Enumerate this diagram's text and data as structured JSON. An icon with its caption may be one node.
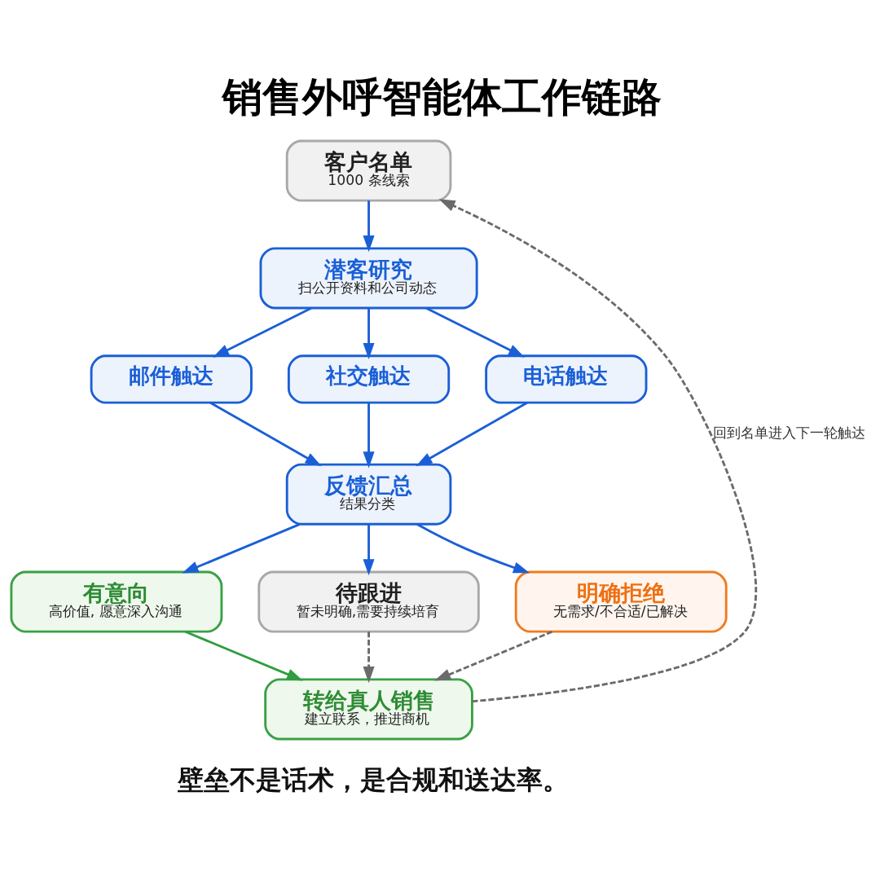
{
  "diagram": {
    "title": "销售外呼智能体工作链路",
    "caption": "壁垒不是话术，是合规和送达率。",
    "nodes": [
      {
        "text": [
          "客户名单",
          "1000 条线索"
        ]
      },
      {
        "text": [
          "潜客研究",
          "扫公开资料和公司动态"
        ]
      },
      {
        "text": [
          "邮件触达"
        ]
      },
      {
        "text": [
          "社交触达"
        ]
      },
      {
        "text": [
          "电话触达"
        ]
      },
      {
        "text": [
          "反馈汇总",
          "结果分类"
        ]
      },
      {
        "text": [
          "有意向",
          "高价值, 愿意深入沟通"
        ]
      },
      {
        "text": [
          "待跟进",
          "暂未明确,需要持续培育"
        ]
      },
      {
        "text": [
          "明确拒绝",
          "无需求/不合适/已解决"
        ]
      },
      {
        "text": [
          "转给真人销售",
          "建立联系，推进商机"
        ]
      }
    ],
    "edges": [
      {
        "from": 0,
        "to": 1,
        "arrow": "to"
      },
      {
        "from": 1,
        "to": 2,
        "arrow": "to"
      },
      {
        "from": 1,
        "to": 3,
        "arrow": "to"
      },
      {
        "from": 1,
        "to": 4,
        "arrow": "to"
      },
      {
        "from": 2,
        "to": 5,
        "arrow": "to"
      },
      {
        "from": 3,
        "to": 5,
        "arrow": "to"
      },
      {
        "from": 4,
        "to": 5,
        "arrow": "to"
      },
      {
        "from": 5,
        "to": 6,
        "arrow": "to"
      },
      {
        "from": 5,
        "to": 7,
        "arrow": "to"
      },
      {
        "from": 5,
        "to": 8,
        "arrow": "to"
      },
      {
        "from": 6,
        "to": 9,
        "arrow": "to",
        "color": "#2e9e3e"
      },
      {
        "from": 7,
        "to": 9,
        "arrow": "to",
        "style": "dashed",
        "color": "#6b6b6b"
      },
      {
        "from": 8,
        "to": 9,
        "arrow": "to",
        "style": "dashed",
        "color": "#6b6b6b"
      },
      {
        "from": 9,
        "to": 0,
        "arrow": "to",
        "style": "dashed",
        "color": "#6b6b6b",
        "label": "回到名单进入下一轮触达"
      }
    ]
  }
}
